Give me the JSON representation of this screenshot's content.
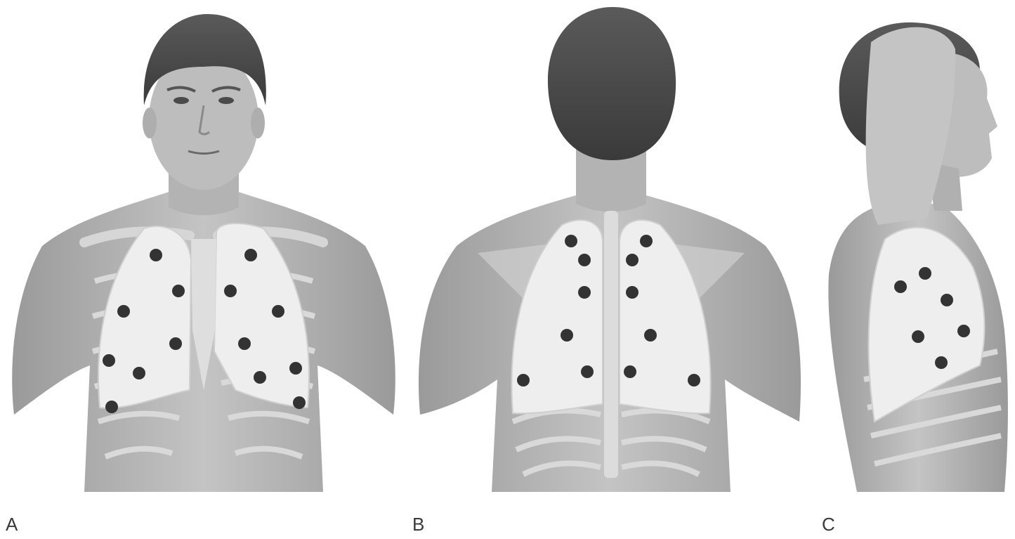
{
  "panels": [
    {
      "id": "anterior",
      "label": "A",
      "points": [
        [
          222,
          363
        ],
        [
          357,
          363
        ],
        [
          254,
          414
        ],
        [
          328,
          414
        ],
        [
          176,
          443
        ],
        [
          396,
          443
        ],
        [
          250,
          489
        ],
        [
          348,
          489
        ],
        [
          155,
          513
        ],
        [
          198,
          531
        ],
        [
          370,
          537
        ],
        [
          421,
          524
        ],
        [
          159,
          579
        ],
        [
          426,
          573
        ]
      ]
    },
    {
      "id": "posterior",
      "label": "B",
      "points": [
        [
          813,
          343
        ],
        [
          920,
          343
        ],
        [
          832,
          370
        ],
        [
          900,
          370
        ],
        [
          832,
          416
        ],
        [
          900,
          416
        ],
        [
          807,
          477
        ],
        [
          926,
          477
        ],
        [
          745,
          541
        ],
        [
          836,
          529
        ],
        [
          897,
          529
        ],
        [
          988,
          541
        ]
      ]
    },
    {
      "id": "lateral",
      "label": "C",
      "points": [
        [
          1317,
          389
        ],
        [
          1282,
          408
        ],
        [
          1348,
          427
        ],
        [
          1307,
          479
        ],
        [
          1372,
          471
        ],
        [
          1340,
          516
        ]
      ]
    }
  ],
  "colors": {
    "background": "#ffffff",
    "skin": "#b9b9b9",
    "skin_dark": "#9c9c9c",
    "lung": "#ececec",
    "rib": "#dcdcdc",
    "hair": "#4a4a4a",
    "dot": "#333333"
  }
}
